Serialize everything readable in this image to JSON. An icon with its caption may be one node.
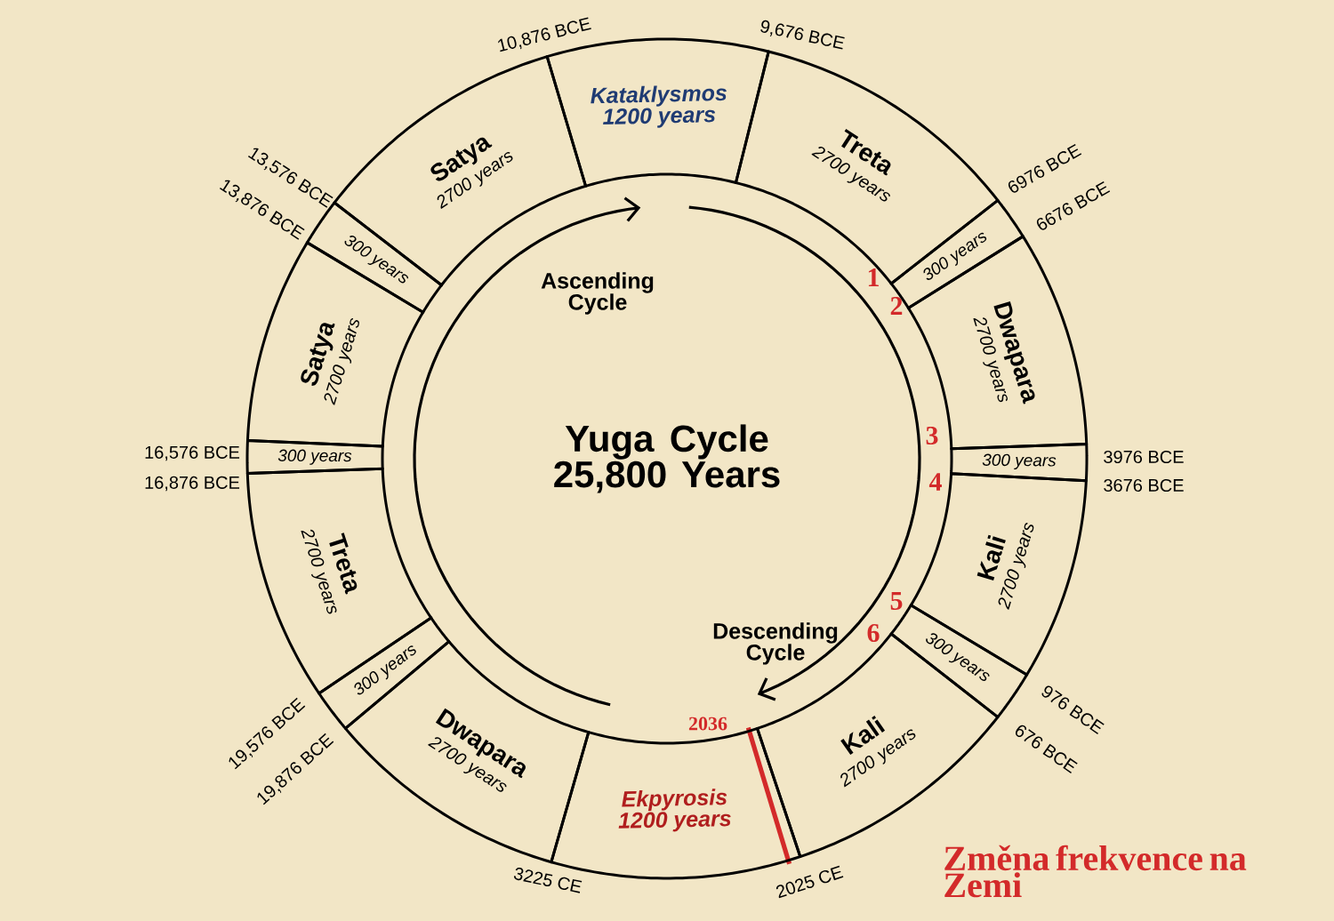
{
  "diagram": {
    "nodes": [
      {
        "text": [
          "Kataklysmos 1200 years"
        ]
      },
      {
        "text": [
          "Treta",
          "2700 years"
        ]
      },
      {
        "text": [
          "300 years"
        ]
      },
      {
        "text": [
          "Dwapara",
          "2700 years"
        ]
      },
      {
        "text": [
          "300 years"
        ]
      },
      {
        "text": [
          "Kali",
          "2700 years"
        ]
      },
      {
        "text": [
          "300 years"
        ]
      },
      {
        "text": [
          "Kali",
          "2700 years"
        ]
      },
      {
        "text": [
          "Ekpyrosis 1200 years"
        ]
      },
      {
        "text": [
          "Dwapara",
          "2700 years"
        ]
      },
      {
        "text": [
          "300 years"
        ]
      },
      {
        "text": [
          "Treta",
          "2700 years"
        ]
      },
      {
        "text": [
          "300 years"
        ]
      },
      {
        "text": [
          "Satya",
          "2700 years"
        ]
      },
      {
        "text": [
          "300 years"
        ]
      },
      {
        "text": [
          "Satya",
          "2700 years"
        ]
      }
    ],
    "labels": [
      "10,876 BCE",
      "9,676 BCE",
      "13,576 BCE",
      "6976 BCE",
      "13,876 BCE",
      "6676 BCE",
      "Ascending Cycle",
      "1",
      "2",
      "Yuga Cycle 25,800 Years",
      "3",
      "16,576 BCE",
      "3976 BCE",
      "16,876 BCE",
      "4",
      "3676 BCE",
      "5",
      "Descending Cycle",
      "6",
      "976 BCE",
      "19,576 BCE",
      "676 BCE",
      "19,876 BCE",
      "2036",
      "Změna frekvence na Zemi",
      "3225 CE",
      "2025 CE"
    ]
  }
}
